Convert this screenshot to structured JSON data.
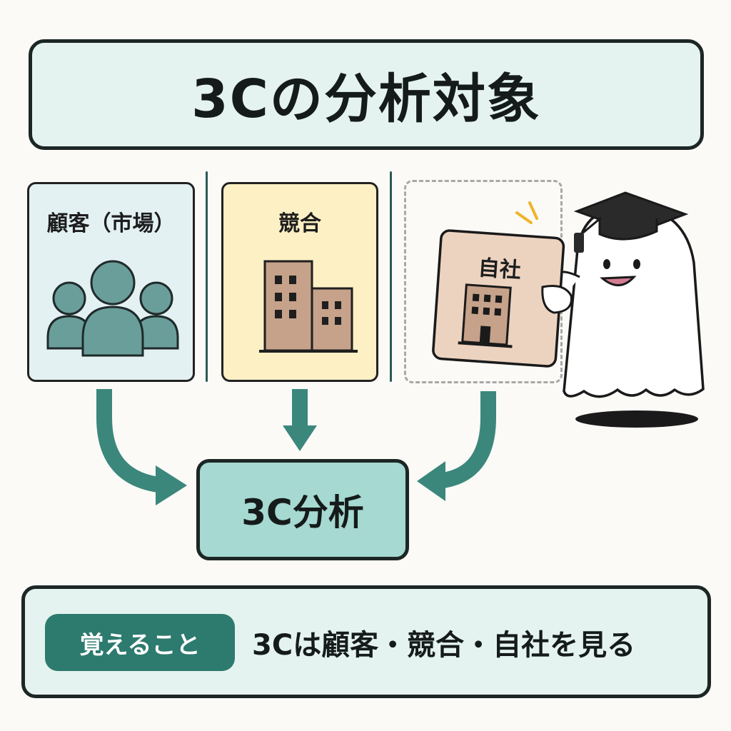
{
  "title": "3Cの分析対象",
  "cards": {
    "customer": {
      "label": "顧客（市場）"
    },
    "competitor": {
      "label": "競合"
    },
    "company": {
      "label": "自社"
    }
  },
  "center": {
    "label": "3C分析"
  },
  "summary": {
    "badge": "覚えること",
    "text": "3Cは顧客・競合・自社を見る"
  },
  "icons": {
    "customer": "people-group-icon",
    "competitor": "office-buildings-icon",
    "company": "company-building-icon",
    "mascot": "ghost-graduate-mascot"
  },
  "colors": {
    "teal_accent": "#2d7a6e",
    "arrow": "#3b877c",
    "people": "#6a9e9b",
    "building": "#c6a28a",
    "customer_card": "#e3f1f3",
    "competitor_card": "#fcf0c4",
    "company_sign": "#ecd3c0",
    "title_bg": "#e4f3ef",
    "center_bg": "#a5d9d1"
  }
}
